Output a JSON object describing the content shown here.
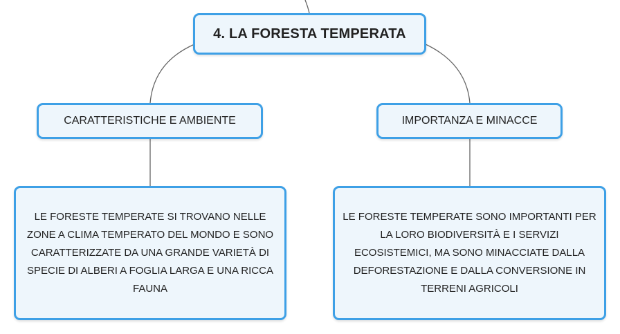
{
  "root": {
    "label": "4. LA FORESTA TEMPERATA"
  },
  "branches": [
    {
      "label": "CARATTERISTICHE E AMBIENTE",
      "detail": "LE FORESTE TEMPERATE SI TROVANO NELLE ZONE A CLIMA TEMPERATO DEL MONDO E SONO CARATTERIZZATE DA UNA GRANDE VARIETÀ DI SPECIE DI ALBERI A FOGLIA LARGA E UNA RICCA FAUNA"
    },
    {
      "label": "IMPORTANZA E MINACCE",
      "detail": "LE FORESTE TEMPERATE SONO IMPORTANTI PER LA LORO BIODIVERSITÀ E I SERVIZI ECOSISTEMICI, MA SONO MINACCIATE DALLA DEFORESTAZIONE E DALLA CONVERSIONE IN TERRENI AGRICOLI"
    }
  ],
  "colors": {
    "border": "#3ea0e6",
    "fill": "#eef6fc",
    "connector": "#666666"
  }
}
